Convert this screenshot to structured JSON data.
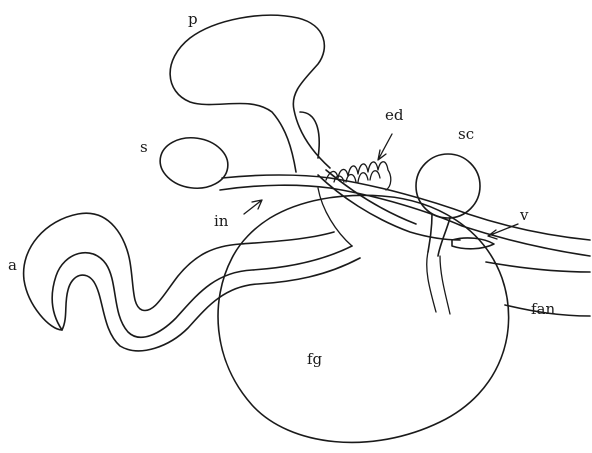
{
  "labels": {
    "p": "p",
    "s": "s",
    "ed": "ed",
    "sc": "sc",
    "in": "in",
    "v": "v",
    "a": "a",
    "fan": "fan",
    "fg": "fg"
  },
  "colors": {
    "line": "#1a1a1a",
    "background": "#ffffff"
  }
}
